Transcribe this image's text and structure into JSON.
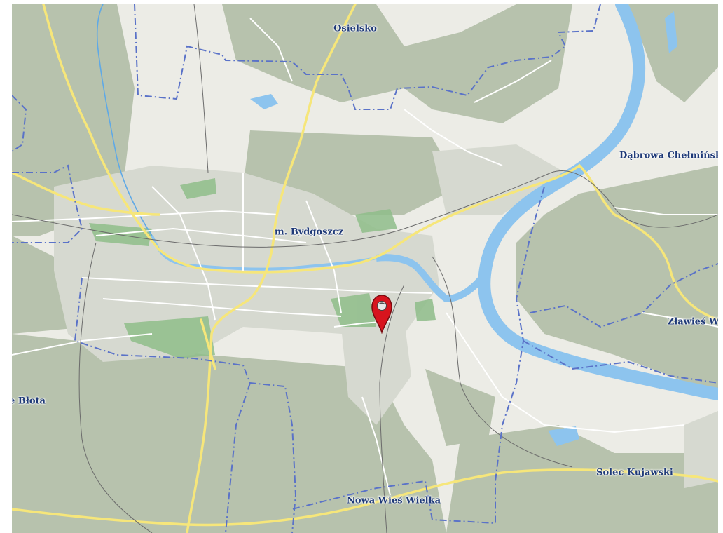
{
  "map": {
    "colors": {
      "land": "#ecece6",
      "forest": "#b7c2ad",
      "urban": "#d6d9d0",
      "park": "#8fbd8a",
      "water": "#8dc4ee",
      "major_road": "#f6e67a",
      "minor_road": "#ffffff",
      "railway": "#6b6b6b",
      "admin_boundary": "#5a72c8",
      "label": "#1f3a78",
      "marker": "#d7141e"
    },
    "places": [
      {
        "id": "osielsko",
        "name": "Osielsko"
      },
      {
        "id": "bydgoszcz",
        "name": "m. Bydgoszcz"
      },
      {
        "id": "dabrowa",
        "name": "Dąbrowa Chełmińsk"
      },
      {
        "id": "zlawies",
        "name": "Zławieś Wi"
      },
      {
        "id": "blota",
        "name": "e Błota"
      },
      {
        "id": "solec",
        "name": "Solec Kujawski"
      },
      {
        "id": "nowawies",
        "name": "Nowa Wieś Wielka"
      }
    ],
    "marker": {
      "icon": "map-pin-icon"
    }
  }
}
